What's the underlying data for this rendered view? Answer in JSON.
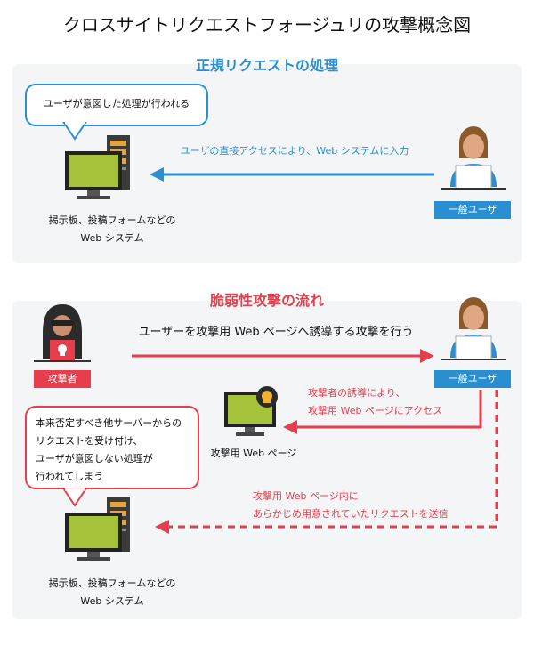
{
  "title": "クロスサイトリクエストフォージュリの攻撃概念図",
  "normal": {
    "section_title": "正規リクエストの処理",
    "bubble": "ユーザが意図した処理が行われる",
    "arrow_label": "ユーザの直接アクセスにより、Web システムに入力",
    "system_label_line1": "掲示板、投稿フォームなどの",
    "system_label_line2": "Web システム",
    "user_label": "一般ユーザ"
  },
  "attack": {
    "section_title": "脆弱性攻撃の流れ",
    "attacker_label": "攻撃者",
    "user_label": "一般ユーザ",
    "top_arrow_label": "ユーザーを攻撃用 Web ページへ誘導する攻撃を行う",
    "lure_line1": "攻撃者の誘導により、",
    "lure_line2": "攻撃用 Web ページにアクセス",
    "attack_page_label": "攻撃用 Web ページ",
    "bubble_line1": "本来否定すべき他サーバーからの",
    "bubble_line2": "リクエストを受け付け、",
    "bubble_line3": "ユーザが意図しない処理が",
    "bubble_line4": "行われてしまう",
    "send_line1": "攻撃用 Web ページ内に",
    "send_line2": "あらかじめ用意されていたリクエストを送信",
    "system_label_line1": "掲示板、投稿フォームなどの",
    "system_label_line2": "Web システム"
  },
  "colors": {
    "blue": "#2a8fd0",
    "red": "#e63e4c",
    "screen_green": "#a6c23a",
    "panel_bg": "#f4f5f7"
  }
}
